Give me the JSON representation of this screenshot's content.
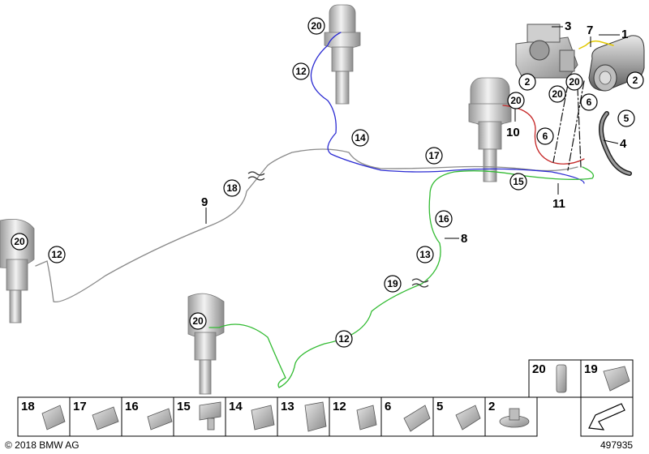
{
  "callouts": {
    "c20_top": "20",
    "c12_top": "12",
    "c14": "14",
    "c17": "17",
    "c15": "15",
    "c18": "18",
    "c20_left": "20",
    "c12_left": "12",
    "c16": "16",
    "c13": "13",
    "c19": "19",
    "c20_bottom": "20",
    "c12_bottom": "12",
    "c2_a": "2",
    "c20_a": "20",
    "c20_b": "20",
    "c20_c": "20",
    "c2_b": "2",
    "c6_a": "6",
    "c6_b": "6",
    "c5": "5"
  },
  "labels": {
    "l1": "1",
    "l3": "3",
    "l7": "7",
    "l4": "4",
    "l9": "9",
    "l10": "10",
    "l11": "11",
    "l8": "8"
  },
  "legend": {
    "cells": [
      "18",
      "17",
      "16",
      "15",
      "14",
      "13",
      "12",
      "6",
      "5",
      "2"
    ],
    "top_cells": [
      "20",
      "19"
    ]
  },
  "footer": {
    "copyright": "© 2018 BMW AG",
    "part_number": "497935"
  }
}
